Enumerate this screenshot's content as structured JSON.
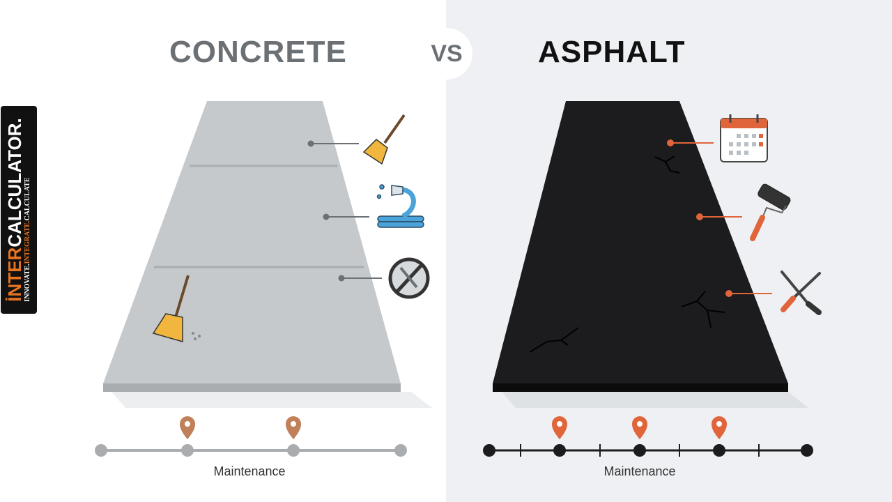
{
  "titles": {
    "left": "CONCRETE",
    "vs": "VS",
    "right": "ASPHALT"
  },
  "timeline": {
    "left_label": "Maintenance",
    "right_label": "Maintenance"
  },
  "logo": {
    "brand_accent": "İ",
    "brand_rest": "NTER",
    "brand_calc": "CALCULATOR.",
    "tag_1": "INNOVATE.",
    "tag_2": "INTEGRATE.",
    "tag_3": "CALCULATE"
  },
  "icons": {
    "concrete": [
      "broom-icon",
      "hose-icon",
      "no-repair-icon",
      "broom-sweeping-icon"
    ],
    "asphalt": [
      "calendar-icon",
      "paint-roller-icon",
      "tools-icon",
      "crack-icon"
    ]
  },
  "colors": {
    "concrete": "#c5c9cc",
    "asphalt": "#1c1c1e",
    "accent": "#e0653a",
    "pin_concrete": "#c0805a",
    "title_concrete": "#6b7075"
  }
}
